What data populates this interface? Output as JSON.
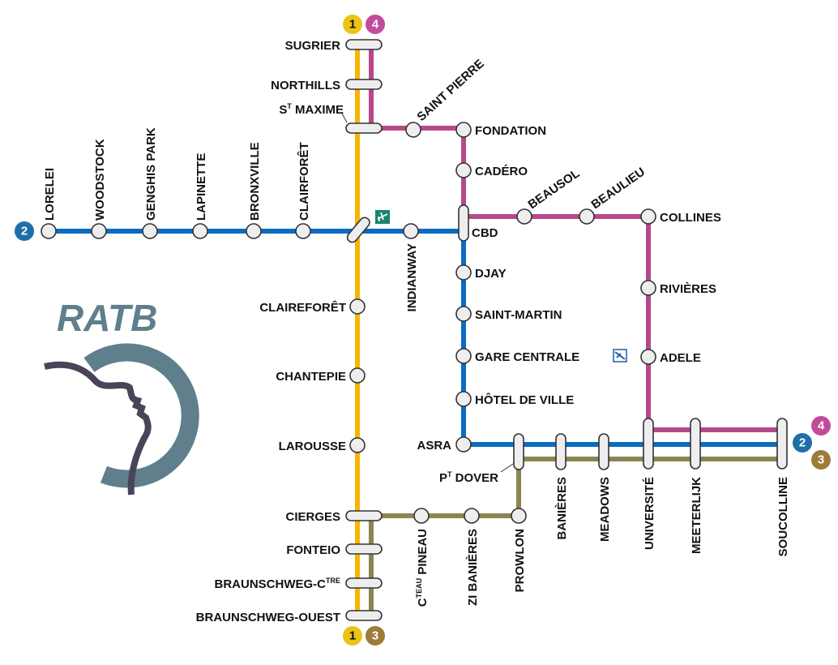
{
  "colors": {
    "line1": "#F7B500",
    "line2": "#0A6CC2",
    "line3": "#8C8551",
    "line4": "#B5498C",
    "logo": "#5E7F8B",
    "logo_profile": "#4A4458"
  },
  "logo": {
    "text": "RATB"
  },
  "badges": {
    "l1": "1",
    "l2": "2",
    "l3": "3",
    "l4": "4"
  },
  "icons": {
    "airport": "airport-icon",
    "train": "train-station-icon"
  },
  "stations": {
    "sugrier": "SUGRIER",
    "northills": "NORTHILLS",
    "stmaxime": {
      "pre": "S",
      "sup": "T",
      "post": " MAXIME"
    },
    "saintpierre": "SAINT PIERRE",
    "fondation": "FONDATION",
    "cadero": "CADÉRO",
    "lorelei": "LORELEI",
    "woodstock": "WOODSTOCK",
    "genghis": "GENGHIS PARK",
    "lapinette": "LAPINETTE",
    "bronxville": "BRONXVILLE",
    "clairforet": "CLAIRFORÊT",
    "indianway": "INDIANWAY",
    "cbd": "CBD",
    "beausol": "BEAUSOL",
    "beaulieu": "BEAULIEU",
    "collines": "COLLINES",
    "rivieres": "RIVIÈRES",
    "adele": "ADELE",
    "djay": "DJAY",
    "saintmartin": "SAINT-MARTIN",
    "garecentrale": "GARE CENTRALE",
    "hotelville": "HÔTEL DE VILLE",
    "asra": "ASRA",
    "claireforet": "CLAIREFORÊT",
    "chantepie": "CHANTEPIE",
    "larousse": "LAROUSSE",
    "cierges": "CIERGES",
    "fonteio": "FONTEIO",
    "bctre": {
      "pre": "BRAUNSCHWEG-C",
      "sup": "TRE"
    },
    "bouest": "BRAUNSCHWEG-OUEST",
    "ptdover": {
      "pre": "P",
      "sup": "T",
      "post": " DOVER"
    },
    "pineau": {
      "pre": "C",
      "sup": "TEAU",
      "post": " PINEAU"
    },
    "zibanieres": "ZI BANIÈRES",
    "prowlon": "PROWLON",
    "banieres": "BANIÈRES",
    "meadows": "MEADOWS",
    "universite": "UNIVERSITÉ",
    "meeterlijk": "MEETERLIJK",
    "soucolline": "SOUCOLLINE"
  }
}
